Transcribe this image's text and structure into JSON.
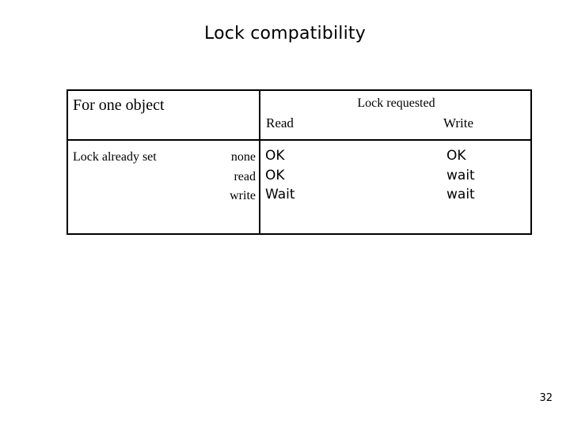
{
  "slide": {
    "title": "Lock compatibility",
    "page_number": "32"
  },
  "table": {
    "corner_label": "For one object",
    "requested_group_label": "Lock requested",
    "column_headers": [
      "Read",
      "Write"
    ],
    "row_group_label": "Lock already set",
    "row_states": [
      "none",
      "read",
      "write"
    ],
    "cells": {
      "read": [
        "OK",
        "OK",
        "Wait"
      ],
      "write": [
        "OK",
        "wait",
        "wait"
      ]
    }
  },
  "colors": {
    "background": "#ffffff",
    "text": "#000000",
    "border": "#000000"
  }
}
